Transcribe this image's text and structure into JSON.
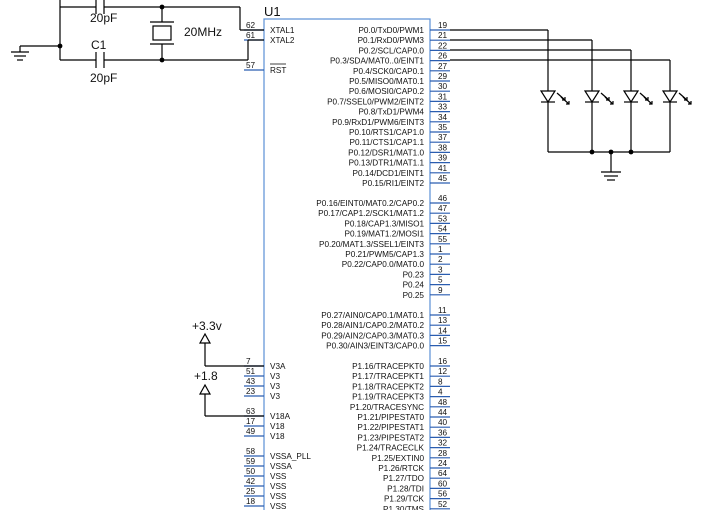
{
  "chip": {
    "ref": "U1",
    "left_pins": [
      {
        "num": "62",
        "name": "XTAL1"
      },
      {
        "num": "61",
        "name": "XTAL2"
      },
      {
        "num": "57",
        "name": "RST",
        "overbar": true
      },
      {
        "num": "7",
        "name": "V3A"
      },
      {
        "num": "51",
        "name": "V3"
      },
      {
        "num": "43",
        "name": "V3"
      },
      {
        "num": "23",
        "name": "V3"
      },
      {
        "num": "63",
        "name": "V18A"
      },
      {
        "num": "17",
        "name": "V18"
      },
      {
        "num": "49",
        "name": "V18"
      },
      {
        "num": "58",
        "name": "VSSA_PLL"
      },
      {
        "num": "59",
        "name": "VSSA"
      },
      {
        "num": "50",
        "name": "VSS"
      },
      {
        "num": "42",
        "name": "VSS"
      },
      {
        "num": "25",
        "name": "VSS"
      },
      {
        "num": "18",
        "name": "VSS"
      }
    ],
    "right_pins": [
      {
        "num": "19",
        "name": "P0.0/TxD0/PWM1"
      },
      {
        "num": "21",
        "name": "P0.1/RxD0/PWM3"
      },
      {
        "num": "22",
        "name": "P0.2/SCL/CAP0.0"
      },
      {
        "num": "26",
        "name": "P0.3/SDA/MAT0..0/EINT1"
      },
      {
        "num": "27",
        "name": "P0.4/SCK0/CAP0.1"
      },
      {
        "num": "29",
        "name": "P0.5/MISO0/MAT0.1"
      },
      {
        "num": "30",
        "name": "P0.6/MOSI0/CAP0.2"
      },
      {
        "num": "31",
        "name": "P0.7/SSEL0/PWM2/EINT2"
      },
      {
        "num": "33",
        "name": "P0.8/TxD1/PWM4"
      },
      {
        "num": "34",
        "name": "P0.9/RxD1/PWM6/EINT3"
      },
      {
        "num": "35",
        "name": "P0.10/RTS1/CAP1.0"
      },
      {
        "num": "37",
        "name": "P0.11/CTS1/CAP1.1"
      },
      {
        "num": "38",
        "name": "P0.12/DSR1/MAT1.0"
      },
      {
        "num": "39",
        "name": "P0.13/DTR1/MAT1.1"
      },
      {
        "num": "41",
        "name": "P0.14/DCD1/EINT1"
      },
      {
        "num": "45",
        "name": "P0.15/RI1/EINT2"
      },
      {
        "num": "46",
        "name": "P0.16/EINT0/MAT0.2/CAP0.2"
      },
      {
        "num": "47",
        "name": "P0.17/CAP1.2/SCK1/MAT1.2"
      },
      {
        "num": "53",
        "name": "P0.18/CAP1.3/MISO1"
      },
      {
        "num": "54",
        "name": "P0.19/MAT1.2/MOSI1"
      },
      {
        "num": "55",
        "name": "P0.20/MAT1.3/SSEL1/EINT3"
      },
      {
        "num": "1",
        "name": "P0.21/PWM5/CAP1.3"
      },
      {
        "num": "2",
        "name": "P0.22/CAP0.0/MAT0.0"
      },
      {
        "num": "3",
        "name": "P0.23"
      },
      {
        "num": "5",
        "name": "P0.24"
      },
      {
        "num": "9",
        "name": "P0.25"
      },
      {
        "num": "11",
        "name": "P0.27/AIN0/CAP0.1/MAT0.1"
      },
      {
        "num": "13",
        "name": "P0.28/AIN1/CAP0.2/MAT0.2"
      },
      {
        "num": "14",
        "name": "P0.29/AIN2/CAP0.3/MAT0.3"
      },
      {
        "num": "15",
        "name": "P0.30/AIN3/EINT3/CAP0.0"
      },
      {
        "num": "16",
        "name": "P1.16/TRACEPKT0"
      },
      {
        "num": "12",
        "name": "P1.17/TRACEPKT1"
      },
      {
        "num": "8",
        "name": "P1.18/TRACEPKT2"
      },
      {
        "num": "4",
        "name": "P1.19/TRACEPKT3"
      },
      {
        "num": "48",
        "name": "P1.20/TRACESYNC"
      },
      {
        "num": "44",
        "name": "P1.21/PIPESTAT0"
      },
      {
        "num": "40",
        "name": "P1.22/PIPESTAT1"
      },
      {
        "num": "36",
        "name": "P1.23/PIPESTAT2"
      },
      {
        "num": "32",
        "name": "P1.24/TRACECLK"
      },
      {
        "num": "28",
        "name": "P1.25/EXTIN0"
      },
      {
        "num": "24",
        "name": "P1.26/RTCK"
      },
      {
        "num": "64",
        "name": "P1.27/TDO"
      },
      {
        "num": "60",
        "name": "P1.28/TDI"
      },
      {
        "num": "56",
        "name": "P1.29/TCK"
      },
      {
        "num": "52",
        "name": "P1.30/TMS"
      }
    ]
  },
  "components": {
    "c_top_value": "20pF",
    "c1_ref": "C1",
    "c1_value": "20pF",
    "crystal_value": "20MHz"
  },
  "power": {
    "v33_label": "+3.3v",
    "v18_label": "+1.8"
  },
  "colors": {
    "wire": "#000000",
    "chip_outline": "#5b8fd6",
    "pin_line": "#2a5db0",
    "junction": "#000000"
  }
}
